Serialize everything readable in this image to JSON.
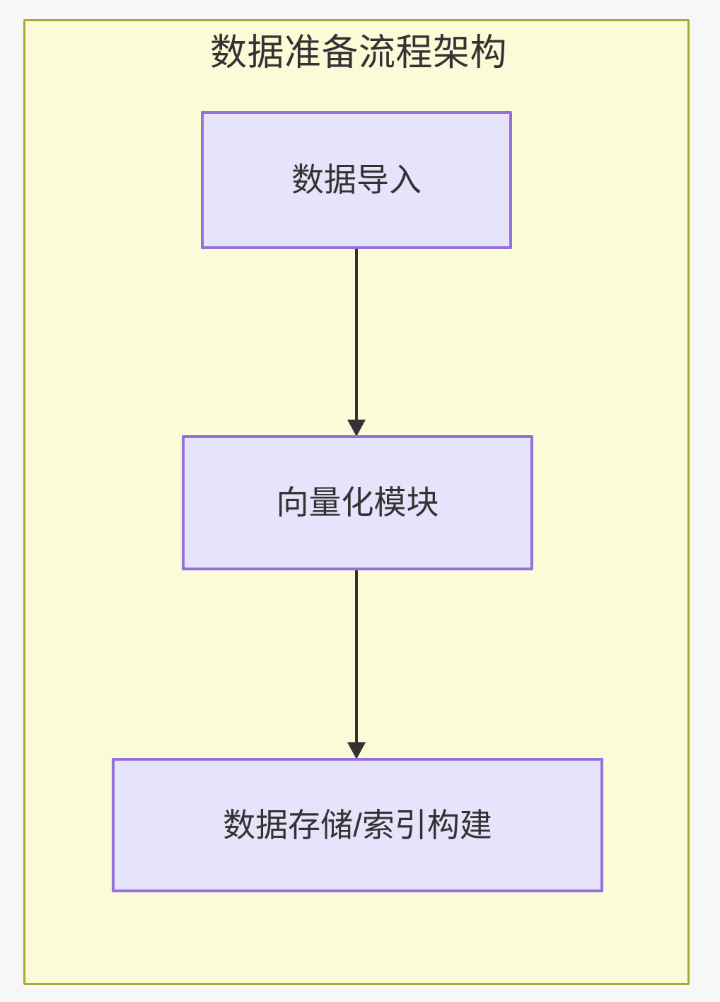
{
  "diagram": {
    "kind": "flowchart",
    "direction": "top-to-bottom",
    "frame": {
      "title": "数据准备流程架构",
      "background_color": "#fcfbd8",
      "border_color": "#aaaa33"
    },
    "node_style": {
      "fill_color": "#e6e4fa",
      "border_color": "#9370db",
      "text_color": "#333333"
    },
    "edge_style": {
      "color": "#333333",
      "arrowhead": "filled-triangle"
    },
    "nodes": [
      {
        "id": "ingest",
        "label": "数据导入"
      },
      {
        "id": "vectorize",
        "label": "向量化模块"
      },
      {
        "id": "storage",
        "label": "数据存储/索引构建"
      }
    ],
    "edges": [
      {
        "from": "ingest",
        "to": "vectorize",
        "label": ""
      },
      {
        "from": "vectorize",
        "to": "storage",
        "label": ""
      }
    ]
  },
  "page": {
    "background_color": "#f7f7f8"
  }
}
